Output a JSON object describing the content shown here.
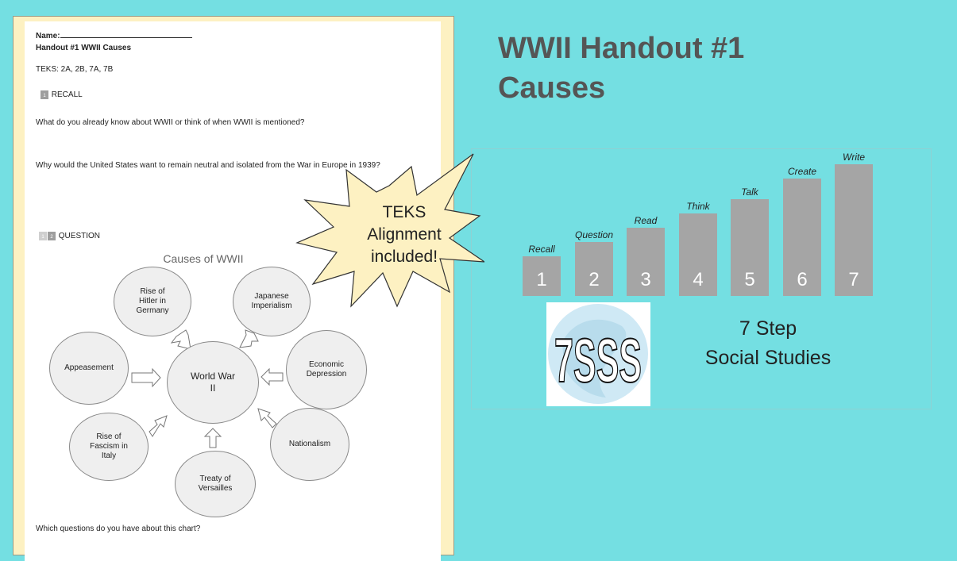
{
  "slide": {
    "title_line1": "WWII Handout #1",
    "title_line2": "Causes",
    "badge": "TEKS Alignment included!",
    "tagline_line1": "7 Step",
    "tagline_line2": "Social Studies",
    "logo_text": "7SSS"
  },
  "handout": {
    "name_label": "Name:",
    "heading": "Handout #1 WWII Causes",
    "teks": "TEKS: 2A, 2B, 7A, 7B",
    "step1_number": "1",
    "step1_label": "RECALL",
    "question1": "What do you already know about WWII or think of when WWII is mentioned?",
    "question2": "Why would the United States want to remain neutral and isolated from the War in Europe in 1939?",
    "step2_numbers": [
      "1",
      "2"
    ],
    "step2_label": "QUESTION",
    "diagram_title": "Causes of WWII",
    "center": "World War\nII",
    "causes": [
      "Rise of\nHitler in\nGermany",
      "Japanese\nImperialism",
      "Economic\nDepression",
      "Nationalism",
      "Treaty of\nVersailles",
      "Rise of\nFascism in\nItaly",
      "Appeasement"
    ],
    "footer_question": "Which questions do you have about this chart?"
  },
  "steps": [
    {
      "label": "Recall",
      "number": "1",
      "level": 1
    },
    {
      "label": "Question",
      "number": "2",
      "level": 2
    },
    {
      "label": "Read",
      "number": "3",
      "level": 3
    },
    {
      "label": "Think",
      "number": "4",
      "level": 4
    },
    {
      "label": "Talk",
      "number": "5",
      "level": 5
    },
    {
      "label": "Create",
      "number": "6",
      "level": 6
    },
    {
      "label": "Write",
      "number": "7",
      "level": 7
    }
  ],
  "colors": {
    "background": "#74dfe2",
    "bar": "#a5a5a5",
    "burst": "#fdf1c2",
    "title": "#555555"
  }
}
